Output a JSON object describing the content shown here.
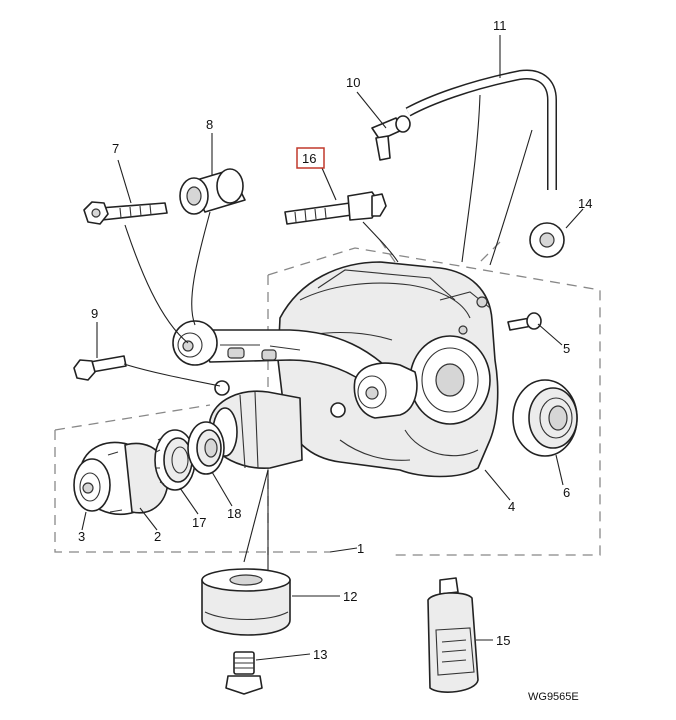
{
  "diagram_code": "WG9565E",
  "highlighted_callout": "16",
  "callouts": {
    "c1": "1",
    "c2": "2",
    "c3": "3",
    "c4": "4",
    "c5": "5",
    "c6": "6",
    "c7": "7",
    "c8": "8",
    "c9": "9",
    "c10": "10",
    "c11": "11",
    "c12": "12",
    "c13": "13",
    "c14": "14",
    "c15": "15",
    "c16": "16",
    "c17": "17",
    "c18": "18"
  },
  "highlight_color": "#c0392b"
}
